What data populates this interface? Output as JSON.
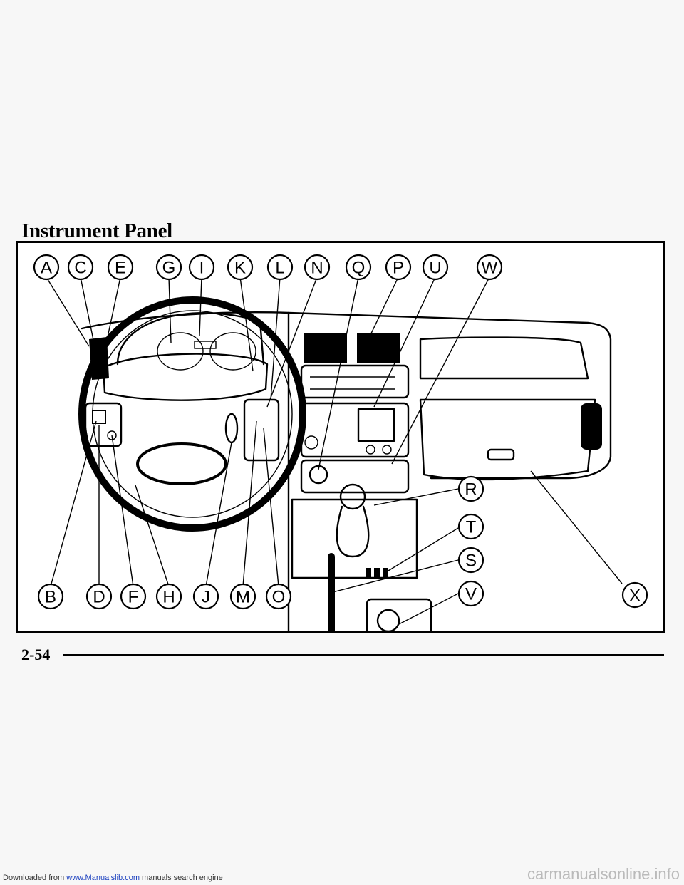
{
  "page": {
    "title": "Instrument Panel",
    "page_number": "2-54"
  },
  "figure": {
    "callouts_top": [
      "A",
      "C",
      "E",
      "G",
      "I",
      "K",
      "L",
      "N",
      "Q",
      "P",
      "U",
      "W"
    ],
    "callouts_bottom": [
      "B",
      "D",
      "F",
      "H",
      "J",
      "M",
      "O"
    ],
    "callouts_right": [
      "R",
      "T",
      "S",
      "V"
    ],
    "callout_far_right": "X"
  },
  "footer": {
    "prefix": "Downloaded from ",
    "link_text": "www.Manualslib.com",
    "suffix": " manuals search engine"
  },
  "watermark": "carmanualsonline.info"
}
